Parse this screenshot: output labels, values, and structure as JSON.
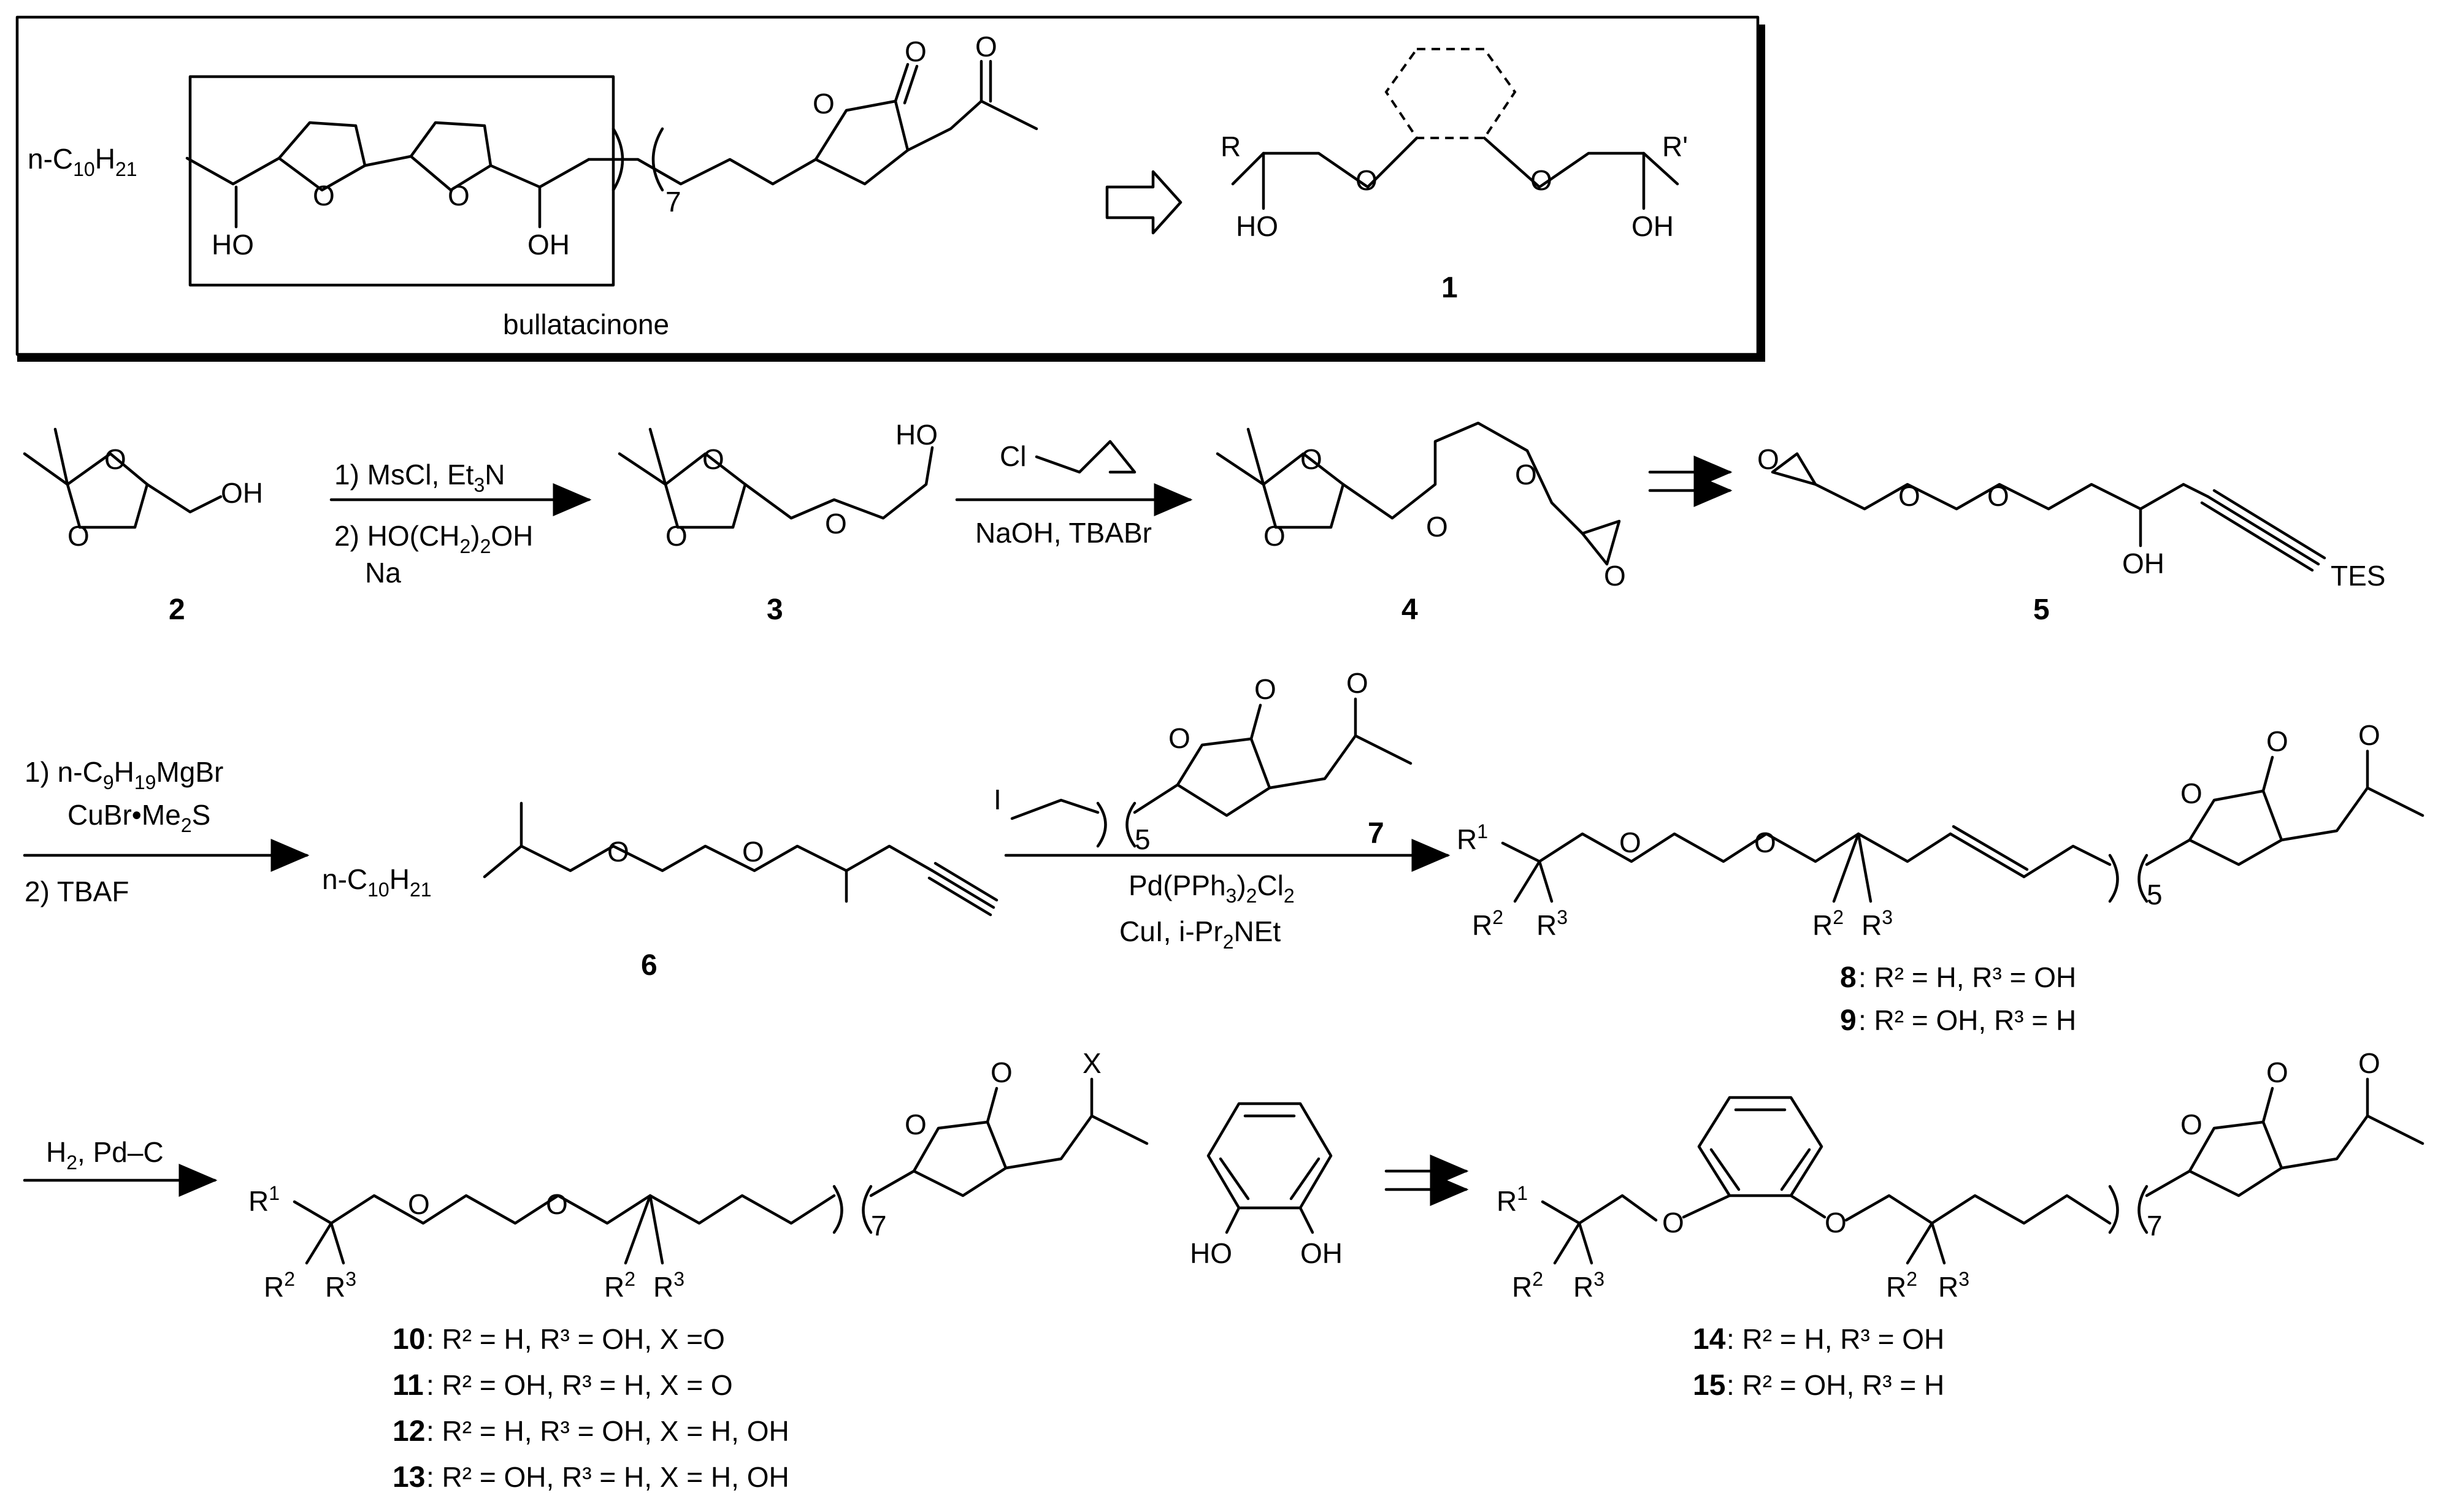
{
  "top_box": {
    "chain_left": "n-C",
    "chain_left_sub": "10",
    "chain_left_h": "H",
    "chain_left_h_sub": "21",
    "hydroxyl": "HO",
    "hydroxyl2": "OH",
    "ring_o": "O",
    "repeat": "7",
    "natural_product": "bullatacinone",
    "target_label": "1",
    "target_r": "R",
    "target_r_prime": "R'",
    "target_ho": "HO",
    "target_oh": "OH",
    "target_o": "O"
  },
  "row1": {
    "cpd2": "2",
    "cpd3": "3",
    "cpd4": "4",
    "cpd5": "5",
    "step1_a": "1) MsCl, Et",
    "step1_a_sub": "3",
    "step1_a_end": "N",
    "step1_b": "2) HO(CH",
    "step1_b_sub": "2",
    "step1_b_end": ")",
    "step1_b_sub2": "2",
    "step1_b_tail": "OH",
    "step1_c": "Na",
    "step2_reagent_cl": "Cl",
    "step2_conditions": "NaOH, TBABr",
    "oh": "OH",
    "ho": "HO",
    "o": "O",
    "tes": "TES"
  },
  "row2": {
    "step_a": "1) n-C",
    "step_a_sub": "9",
    "step_a_h": "H",
    "step_a_h_sub": "19",
    "step_a_end": "MgBr",
    "step_b": "CuBr•Me",
    "step_b_sub": "2",
    "step_b_end": "S",
    "step_c": "2) TBAF",
    "cpd6": "6",
    "chain": "n-C",
    "chain_sub": "10",
    "chain_h": "H",
    "chain_h_sub": "21",
    "reagent_i": "I",
    "repeat5": "5",
    "cpd7": "7",
    "cat1": "Pd(PPh",
    "cat1_sub": "3",
    "cat1_mid": ")",
    "cat1_sub2": "2",
    "cat1_end": "Cl",
    "cat1_sub3": "2",
    "cat2": "CuI, i-Pr",
    "cat2_sub": "2",
    "cat2_end": "NEt",
    "r1": "R",
    "r1_sup": "1",
    "r2": "R",
    "r2_sup": "2",
    "r3": "R",
    "r3_sup": "3",
    "cpd8": "8",
    "cpd8_desc": ": R² = H, R³ = OH",
    "cpd9": "9",
    "cpd9_desc": ": R² = OH, R³ = H"
  },
  "row3": {
    "step": "H",
    "step_sub": "2",
    "step_end": ", Pd–C",
    "x": "X",
    "repeat7": "7",
    "cpd10": "10",
    "cpd10_desc": ": R² = H, R³ = OH, X =O",
    "cpd11": "11",
    "cpd11_desc": ": R² = OH, R³ = H, X = O",
    "cpd12": "12",
    "cpd12_desc": ": R² = H, R³ = OH, X = H, OH",
    "cpd13": "13",
    "cpd13_desc": ": R² = OH, R³ = H, X = H, OH",
    "catechol_ho": "HO",
    "catechol_oh": "OH",
    "cpd14": "14",
    "cpd14_desc": ": R² = H, R³ = OH",
    "cpd15": "15",
    "cpd15_desc": ": R² = OH, R³ = H"
  }
}
